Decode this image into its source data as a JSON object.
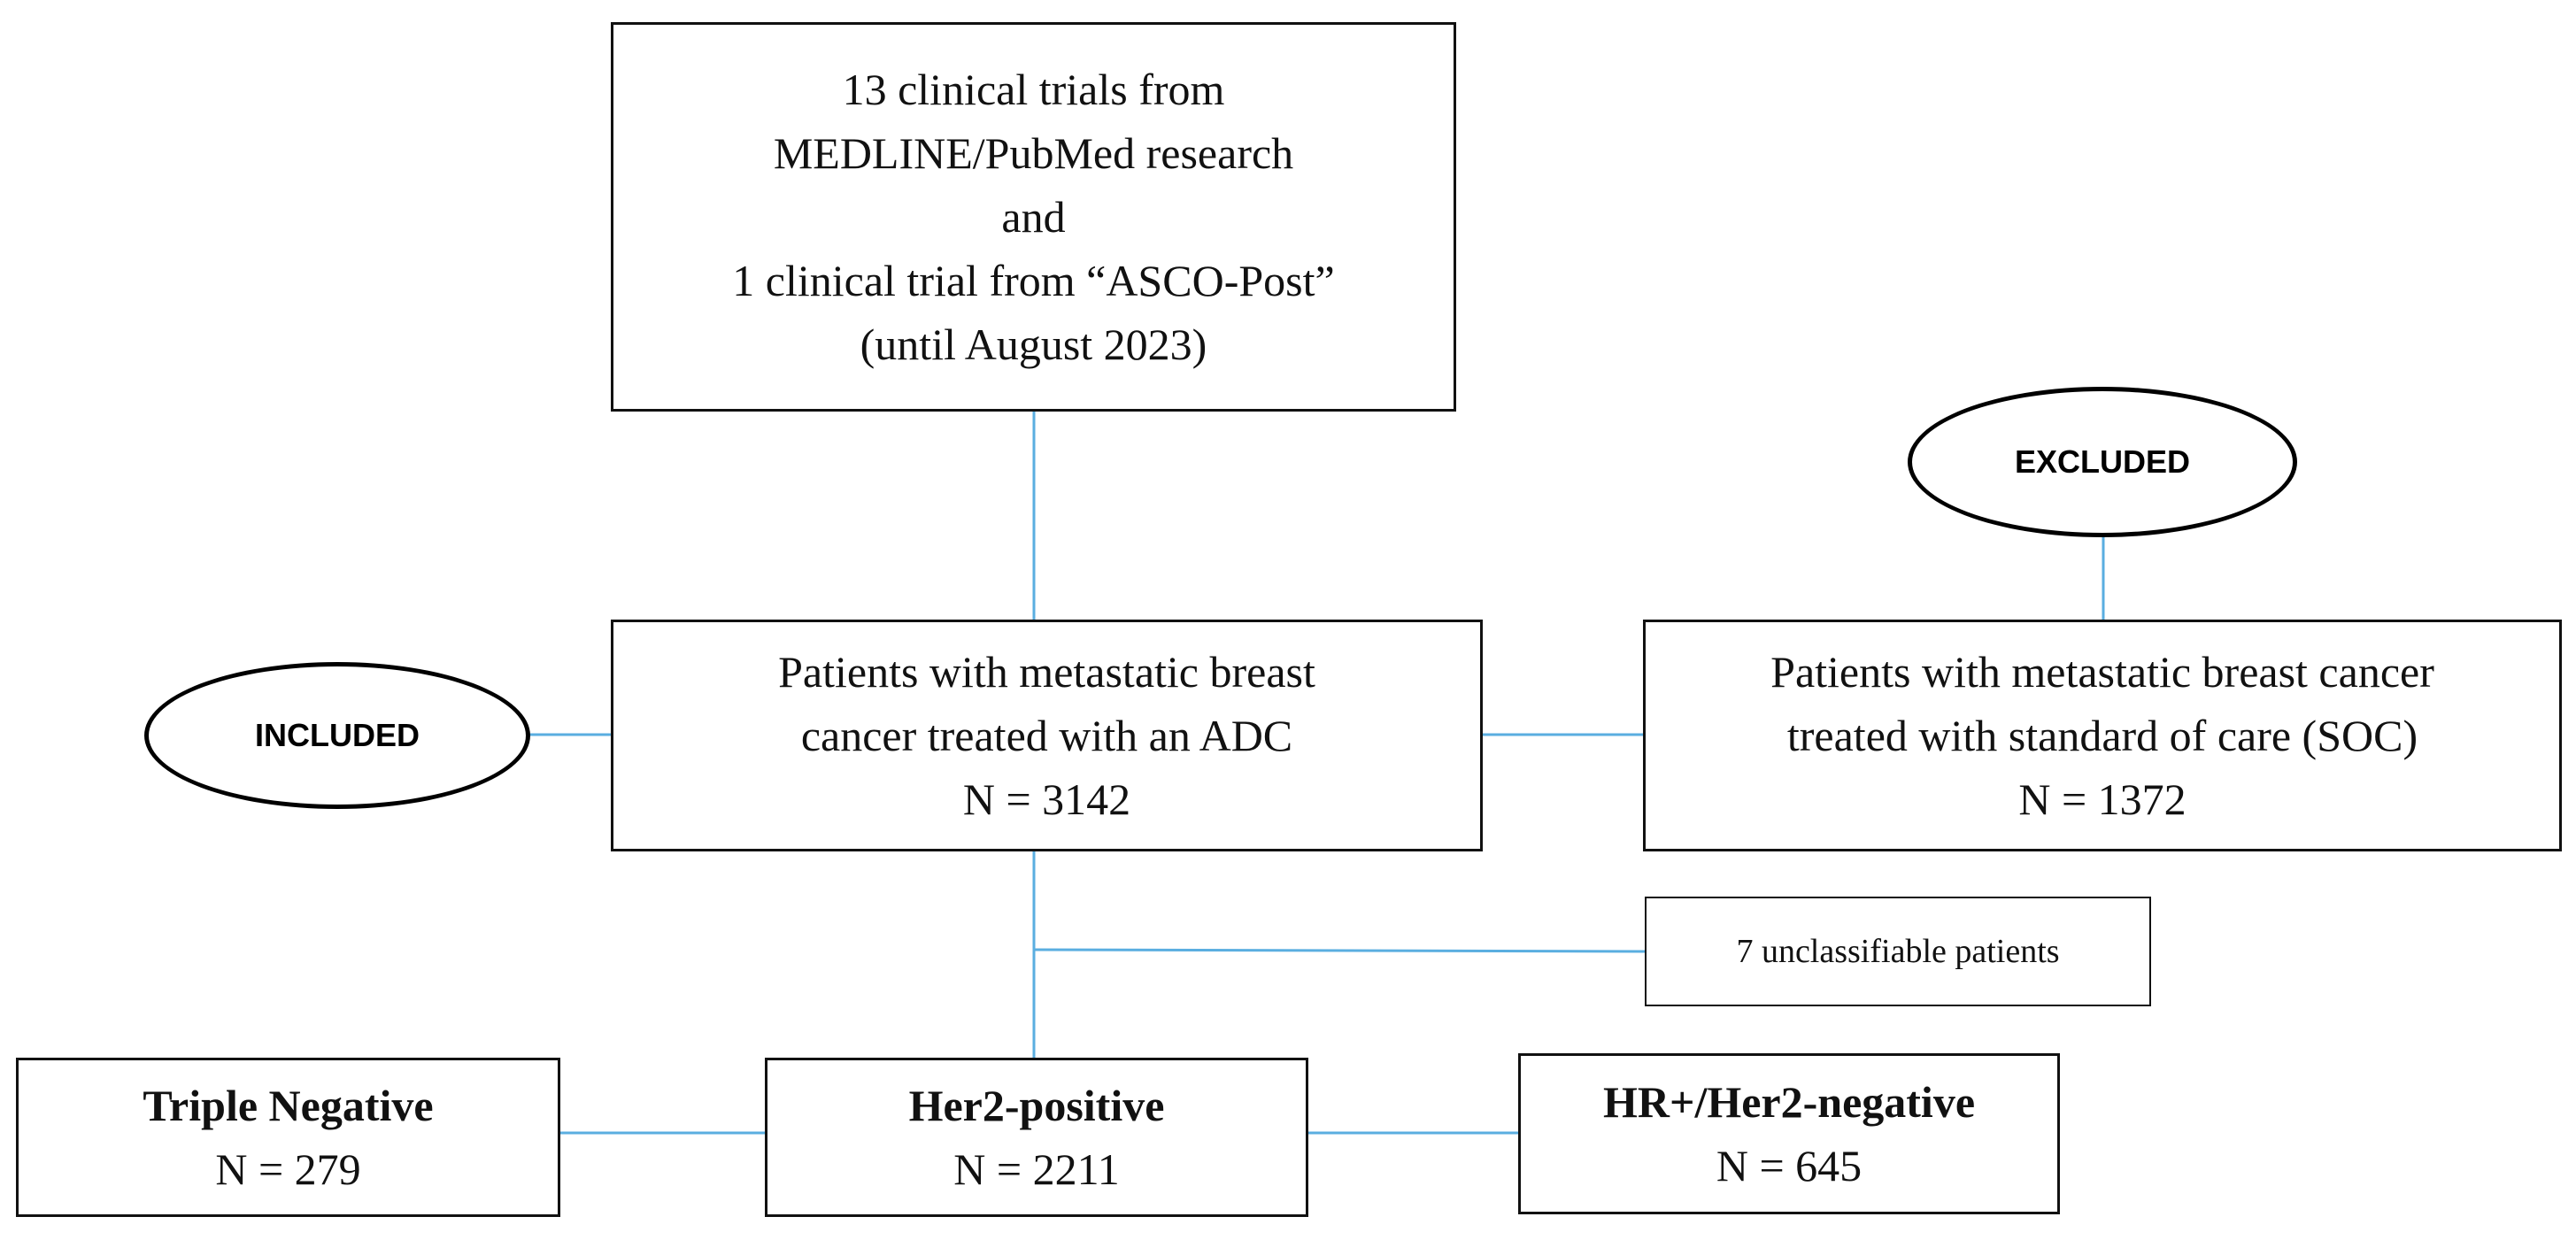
{
  "sources_box": {
    "lines": [
      "13 clinical trials from",
      "MEDLINE/PubMed research",
      "and",
      "1 clinical trial from “ASCO-Post”",
      "(until August 2023)"
    ]
  },
  "included_label": "INCLUDED",
  "excluded_label": "EXCLUDED",
  "adc_box": {
    "lines": [
      "Patients with metastatic breast",
      "cancer treated with an ADC",
      "N = 3142"
    ]
  },
  "soc_box": {
    "lines": [
      "Patients with metastatic breast cancer",
      "treated with standard of care (SOC)",
      "N = 1372"
    ]
  },
  "unclassifiable_box": {
    "text": "7 unclassifiable patients"
  },
  "subgroups": {
    "triple_negative": {
      "title": "Triple Negative",
      "count": "N = 279"
    },
    "her2_positive": {
      "title": "Her2-positive",
      "count": "N = 2211"
    },
    "hr_her2_negative": {
      "title": "HR+/Her2-negative",
      "count": "N = 645"
    }
  },
  "colors": {
    "connector": "#5aaee0",
    "border": "#111111",
    "text": "#111111"
  }
}
